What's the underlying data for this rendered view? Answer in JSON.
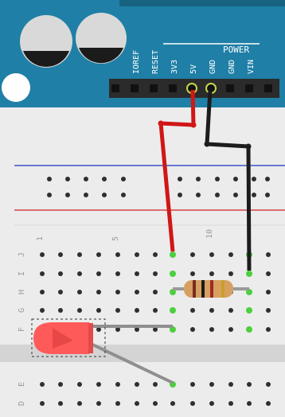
{
  "board": {
    "header_labels": [
      "IOREF",
      "RESET",
      "3V3",
      "5V",
      "GND",
      "GND",
      "VIN"
    ],
    "power_label": "POWER",
    "colors": {
      "board": "#1f7fa6",
      "board_dark": "#16627f",
      "header": "#2b2b2b",
      "pin_highlight": "#c8d64a",
      "capacitor_body": "#d9d9d9",
      "capacitor_dark": "#1b1b1b"
    }
  },
  "breadboard": {
    "row_labels_top": [
      "J",
      "I",
      "H",
      "G",
      "F"
    ],
    "row_labels_bottom": [
      "E",
      "D"
    ],
    "column_markers": [
      "1",
      "5",
      "10"
    ],
    "colors": {
      "body": "#ececec",
      "hole": "#2f2f2f",
      "rail_blue": "#3b55c9",
      "rail_red": "#d64545",
      "highlight": "#4ccf3e",
      "divider": "#d4d4d4"
    }
  },
  "wires": {
    "red": {
      "color": "#d01616",
      "from": "5V",
      "to": "J8"
    },
    "black": {
      "color": "#1c1c1c",
      "from": "GND",
      "to": "J12"
    }
  },
  "components": {
    "led": {
      "color": "#ff5a5a",
      "legs": "#8f8f8f"
    },
    "resistor": {
      "body": "#d7a062",
      "bands": [
        "#7a2d1c",
        "#1c1c1c",
        "#a02a1f",
        "#c9a028"
      ]
    }
  }
}
